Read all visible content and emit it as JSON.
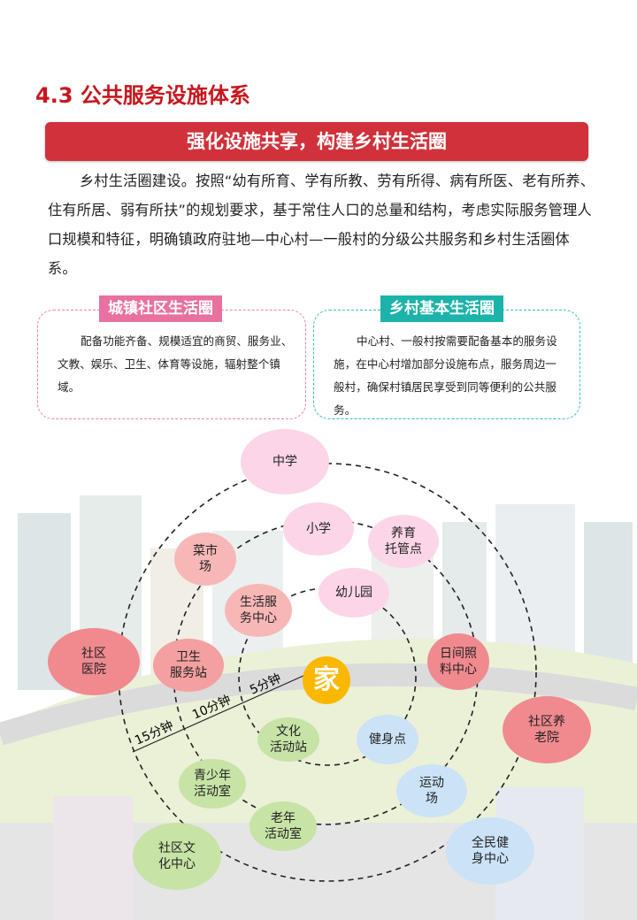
{
  "section_title": "4.3 公共服务设施体系",
  "banner": "强化设施共享，构建乡村生活圈",
  "paragraph": "乡村生活圈建设。按照“幼有所育、学有所教、劳有所得、病有所医、老有所养、住有所居、弱有所扶”的规划要求，基于常住人口的总量和结构，考虑实际服务管理人口规模和特征，明确镇政府驻地—中心村—一般村的分级公共服务和乡村生活圈体系。",
  "boxes": [
    {
      "title": "城镇社区生活圈",
      "text": "配备功能齐备、规模适宜的商贸、服务业、文教、娱乐、卫生、体育等设施，辐射整个镇域。",
      "color": "#e8719f"
    },
    {
      "title": "乡村基本生活圈",
      "text": "中心村、一般村按需要配备基本的服务设施，在中心村增加部分设施布点，服务周边一般村，确保村镇居民享受到同等便利的公共服务。",
      "color": "#1bb3aa"
    }
  ],
  "diagram": {
    "center": "家",
    "rings": [
      "5分钟",
      "10分钟",
      "15分钟"
    ],
    "facilities": [
      "中学",
      "小学",
      "养育\n托管点",
      "菜市\n场",
      "幼儿园",
      "生活服\n务中心",
      "社区\n医院",
      "卫生\n服务站",
      "日间照\n料中心",
      "社区养\n老院",
      "文化\n活动站",
      "健身点",
      "青少年\n活动室",
      "运动\n场",
      "老年\n活动室",
      "社区文\n化中心",
      "全民健\n身中心"
    ]
  }
}
